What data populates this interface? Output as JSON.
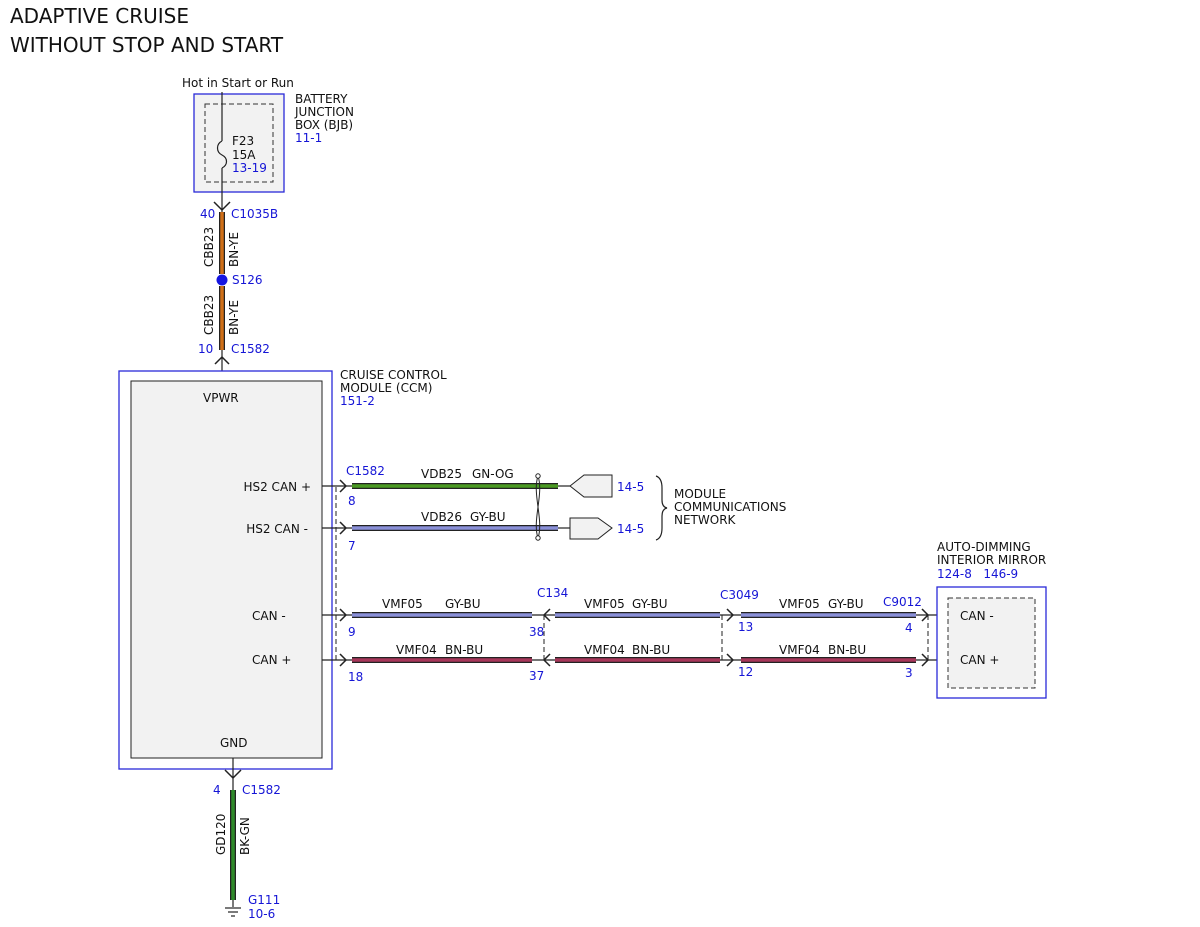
{
  "title": {
    "line1": "ADAPTIVE CRUISE",
    "line2": "WITHOUT STOP AND START"
  },
  "power": {
    "feed_label": "Hot in Start or Run",
    "bjb": {
      "name_lines": [
        "BATTERY",
        "JUNCTION",
        "BOX (BJB)"
      ],
      "ref": "11-1",
      "fuse": "F23",
      "amps": "15A",
      "fuse_ref": "13-19"
    },
    "c1035b": {
      "pin": "40",
      "connector": "C1035B"
    },
    "wire_upper": {
      "circuit": "CBB23",
      "color": "BN-YE"
    },
    "splice": "S126",
    "wire_lower": {
      "circuit": "CBB23",
      "color": "BN-YE"
    },
    "c1582_power": {
      "pin": "10",
      "connector": "C1582"
    }
  },
  "ccm": {
    "name_lines": [
      "CRUISE CONTROL",
      "MODULE (CCM)"
    ],
    "ref": "151-2",
    "pins": {
      "vpwr": "VPWR",
      "hs2_can_plus": "HS2 CAN +",
      "hs2_can_minus": "HS2 CAN -",
      "can_minus": "CAN -",
      "can_plus": "CAN +",
      "gnd": "GND"
    }
  },
  "hs2": {
    "connector": "C1582",
    "plus": {
      "pin": "8",
      "circuit": "VDB25",
      "color": "GN-OG",
      "ref": "14-5"
    },
    "minus": {
      "pin": "7",
      "circuit": "VDB26",
      "color": "GY-BU",
      "ref": "14-5"
    },
    "network_lines": [
      "MODULE",
      "COMMUNICATIONS",
      "NETWORK"
    ]
  },
  "can": {
    "c134": "C134",
    "c3049": "C3049",
    "c9012": "C9012",
    "minus": {
      "circuit": "VMF05",
      "color": "GY-BU",
      "pin_ccm": "9",
      "pin_c134": "38",
      "pin_c3049": "13",
      "pin_c9012": "4"
    },
    "plus": {
      "circuit": "VMF04",
      "color": "BN-BU",
      "pin_ccm": "18",
      "pin_c134": "37",
      "pin_c3049": "12",
      "pin_c9012": "3"
    }
  },
  "mirror": {
    "name_lines": [
      "AUTO-DIMMING",
      "INTERIOR MIRROR"
    ],
    "refs": "124-8   146-9",
    "can_minus": "CAN -",
    "can_plus": "CAN +"
  },
  "ground": {
    "pin": "4",
    "connector": "C1582",
    "circuit": "GD120",
    "color": "BK-GN",
    "point": "G111",
    "ref": "10-6"
  }
}
